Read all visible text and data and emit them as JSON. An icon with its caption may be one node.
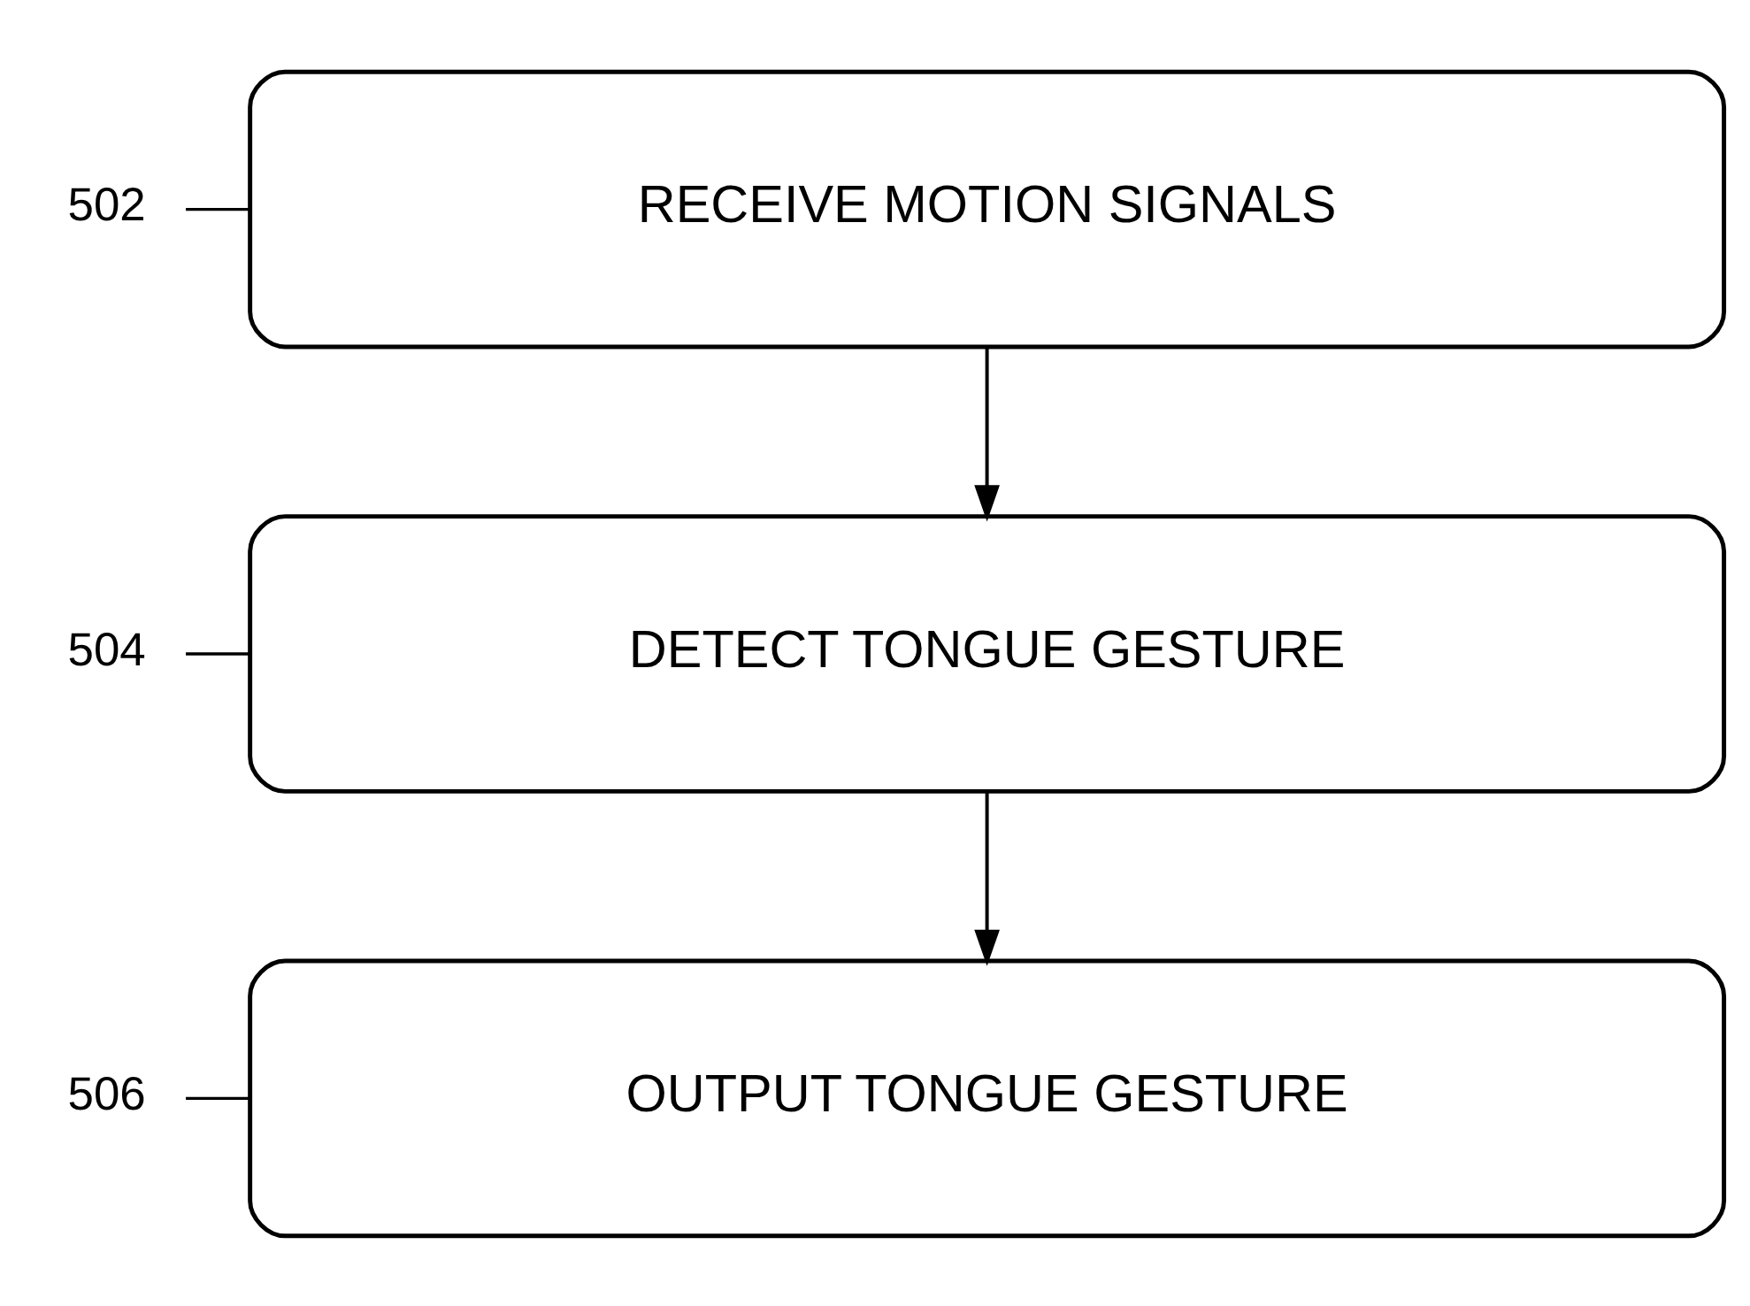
{
  "diagram": {
    "nodes": [
      {
        "text": [
          "502"
        ]
      },
      {
        "text": [
          "RECEIVE MOTION SIGNALS"
        ]
      },
      {
        "text": [
          "504"
        ]
      },
      {
        "text": [
          "DETECT TONGUE GESTURE"
        ]
      },
      {
        "text": [
          "506"
        ]
      },
      {
        "text": [
          "OUTPUT TONGUE GESTURE"
        ]
      }
    ],
    "edges": [
      {
        "from": 0,
        "to": 1,
        "arrow": "none"
      },
      {
        "from": 1,
        "to": 3,
        "arrow": "to"
      },
      {
        "from": 2,
        "to": 3,
        "arrow": "none"
      },
      {
        "from": 3,
        "to": 5,
        "arrow": "to"
      },
      {
        "from": 4,
        "to": 5,
        "arrow": "none"
      }
    ]
  }
}
